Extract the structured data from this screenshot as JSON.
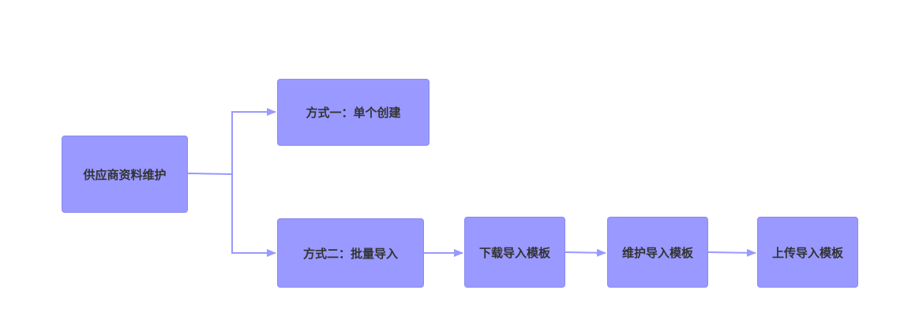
{
  "diagram": {
    "colors": {
      "node_fill": "#9999ff",
      "edge": "#9999ff",
      "text": "#333333"
    },
    "nodes": {
      "root": "供应商资料维护",
      "single": "方式一：单个创建",
      "batch": "方式二：批量导入",
      "download_template": "下载导入模板",
      "maintain_template": "维护导入模板",
      "upload_template": "上传导入模板"
    },
    "edges": [
      {
        "from": "root",
        "to": "single"
      },
      {
        "from": "root",
        "to": "batch"
      },
      {
        "from": "batch",
        "to": "download_template"
      },
      {
        "from": "download_template",
        "to": "maintain_template"
      },
      {
        "from": "maintain_template",
        "to": "upload_template"
      }
    ]
  }
}
